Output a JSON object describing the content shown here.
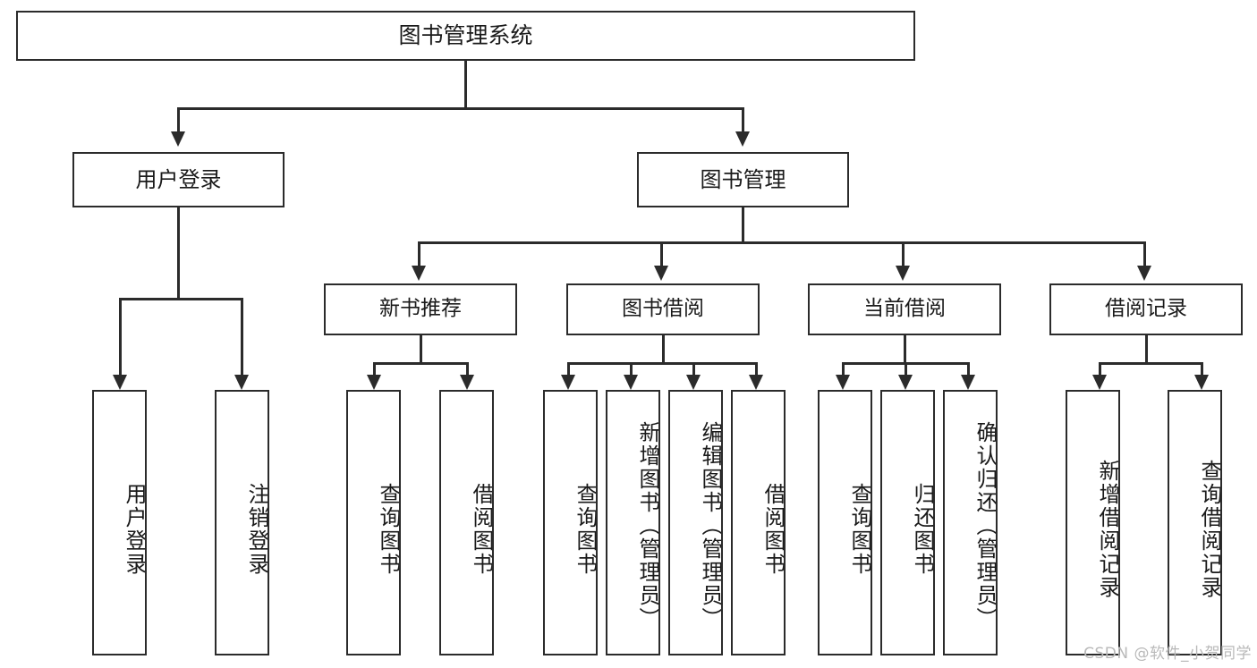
{
  "diagram": {
    "title": "图书管理系统",
    "type": "tree",
    "root": {
      "label": "图书管理系统"
    },
    "level2": [
      {
        "label": "用户登录"
      },
      {
        "label": "图书管理"
      }
    ],
    "level3": [
      {
        "label": "新书推荐"
      },
      {
        "label": "图书借阅"
      },
      {
        "label": "当前借阅"
      },
      {
        "label": "借阅记录"
      }
    ],
    "leaves": {
      "user_login": [
        {
          "label": "用户登录"
        },
        {
          "label": "注销登录"
        }
      ],
      "new_book": [
        {
          "label": "查询图书"
        },
        {
          "label": "借阅图书"
        }
      ],
      "book_borrow": [
        {
          "label": "查询图书"
        },
        {
          "label": "新增图书（管理员）"
        },
        {
          "label": "编辑图书（管理员）"
        },
        {
          "label": "借阅图书"
        }
      ],
      "current_borrow": [
        {
          "label": "查询图书"
        },
        {
          "label": "归还图书"
        },
        {
          "label": "确认归还（管理员）"
        }
      ],
      "borrow_record": [
        {
          "label": "新增借阅记录"
        },
        {
          "label": "查询借阅记录"
        }
      ]
    }
  },
  "watermark": {
    "text": "CSDN @软件_小贺同学"
  },
  "colors": {
    "stroke": "#2b2b2b",
    "fill": "#ffffff",
    "text": "#1a1a1a",
    "watermark": "#b9b9b9"
  }
}
